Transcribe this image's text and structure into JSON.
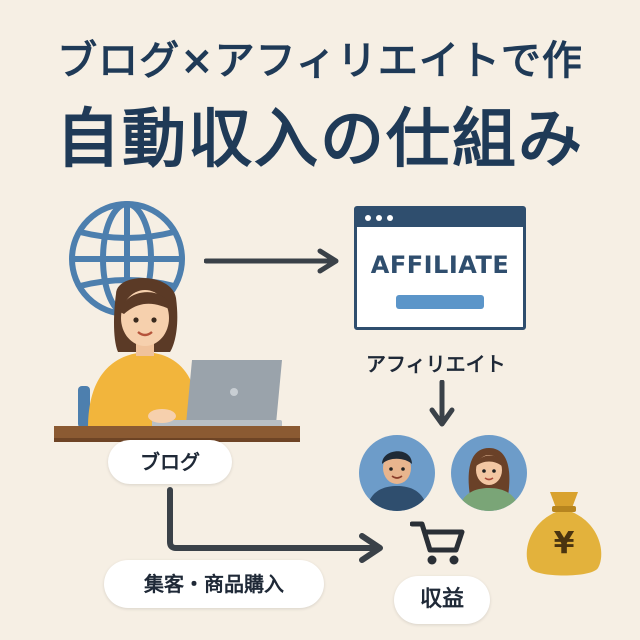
{
  "title": {
    "line1": "ブログ×アフィリエイトで作",
    "line2": "自動収入の仕組み"
  },
  "browser": {
    "heading": "AFFILIATE",
    "caption": "アフィリエイト"
  },
  "labels": {
    "blog": "ブログ",
    "collect": "集客・商品購入",
    "revenue": "収益"
  },
  "money_bag": {
    "symbol": "¥"
  },
  "colors": {
    "title": "#1f3a57",
    "arrow": "#3a4148",
    "globe": "#4d7fae",
    "sweater": "#f2b53c",
    "money": "#e3b23c",
    "background": "#f6efe4"
  }
}
